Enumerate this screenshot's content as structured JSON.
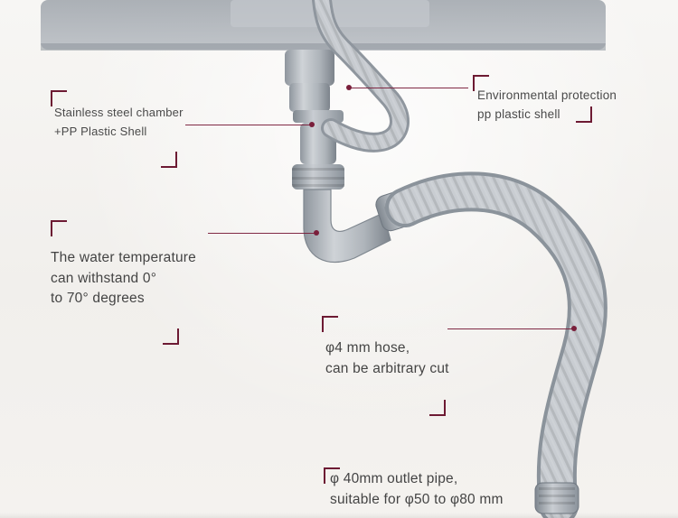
{
  "labels": {
    "chamber": "Stainless steel chamber\n+PP Plastic Shell",
    "environmental": "Environmental protection\npp plastic shell",
    "temperature": "The water temperature\ncan withstand 0°\nto 70° degrees",
    "hose": "φ4 mm hose,\ncan be arbitrary cut",
    "outlet": "φ 40mm outlet pipe,\nsuitable for φ50 to φ80 mm"
  },
  "colors": {
    "accent": "#6d1a33",
    "leader": "#7a1f3b",
    "plastic_light": "#c7cbd0",
    "plastic_mid": "#a9afb6",
    "plastic_dark": "#7f878f",
    "sink_base": "#b7bcc2"
  }
}
